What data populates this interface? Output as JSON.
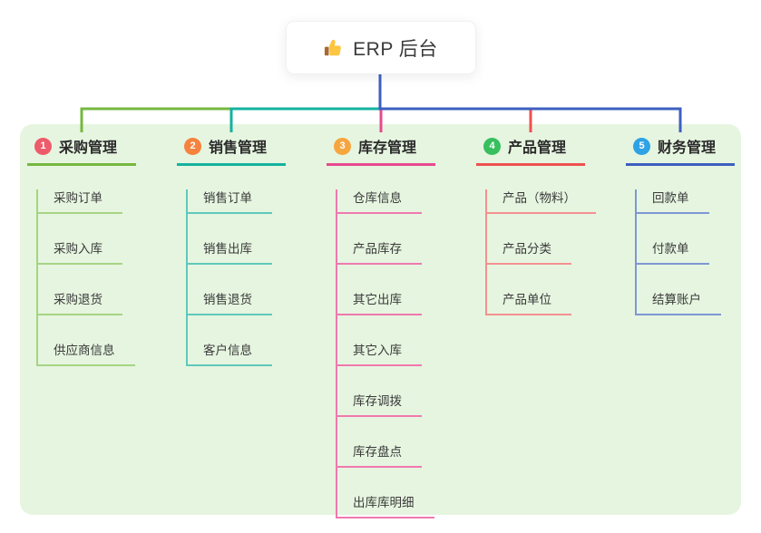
{
  "root": {
    "title": "ERP 后台",
    "icon": "thumbs-up-icon"
  },
  "colors": {
    "canvas_bg": "#ffffff",
    "panel_bg": "#e6f5e0",
    "root_connector": "#3d5fc0"
  },
  "branches": [
    {
      "index": "1",
      "label": "采购管理",
      "badge_color": "#ee5b6a",
      "line_color": "#76b83f",
      "child_line_color": "#a6d483",
      "children": [
        "采购订单",
        "采购入库",
        "采购退货",
        "供应商信息"
      ]
    },
    {
      "index": "2",
      "label": "销售管理",
      "badge_color": "#f5823d",
      "line_color": "#14b2a0",
      "child_line_color": "#5ec9ba",
      "children": [
        "销售订单",
        "销售出库",
        "销售退货",
        "客户信息"
      ]
    },
    {
      "index": "3",
      "label": "库存管理",
      "badge_color": "#f6a53f",
      "line_color": "#e7498f",
      "child_line_color": "#ef79ae",
      "children": [
        "仓库信息",
        "产品库存",
        "其它出库",
        "其它入库",
        "库存调拨",
        "库存盘点",
        "出库库明细"
      ]
    },
    {
      "index": "4",
      "label": "产品管理",
      "badge_color": "#37bf5e",
      "line_color": "#ef5050",
      "child_line_color": "#f49090",
      "children": [
        "产品（物料）",
        "产品分类",
        "产品单位"
      ]
    },
    {
      "index": "5",
      "label": "财务管理",
      "badge_color": "#2ea2e4",
      "line_color": "#3d5fc0",
      "child_line_color": "#7e97d4",
      "children": [
        "回款单",
        "付款单",
        "结算账户"
      ]
    }
  ]
}
